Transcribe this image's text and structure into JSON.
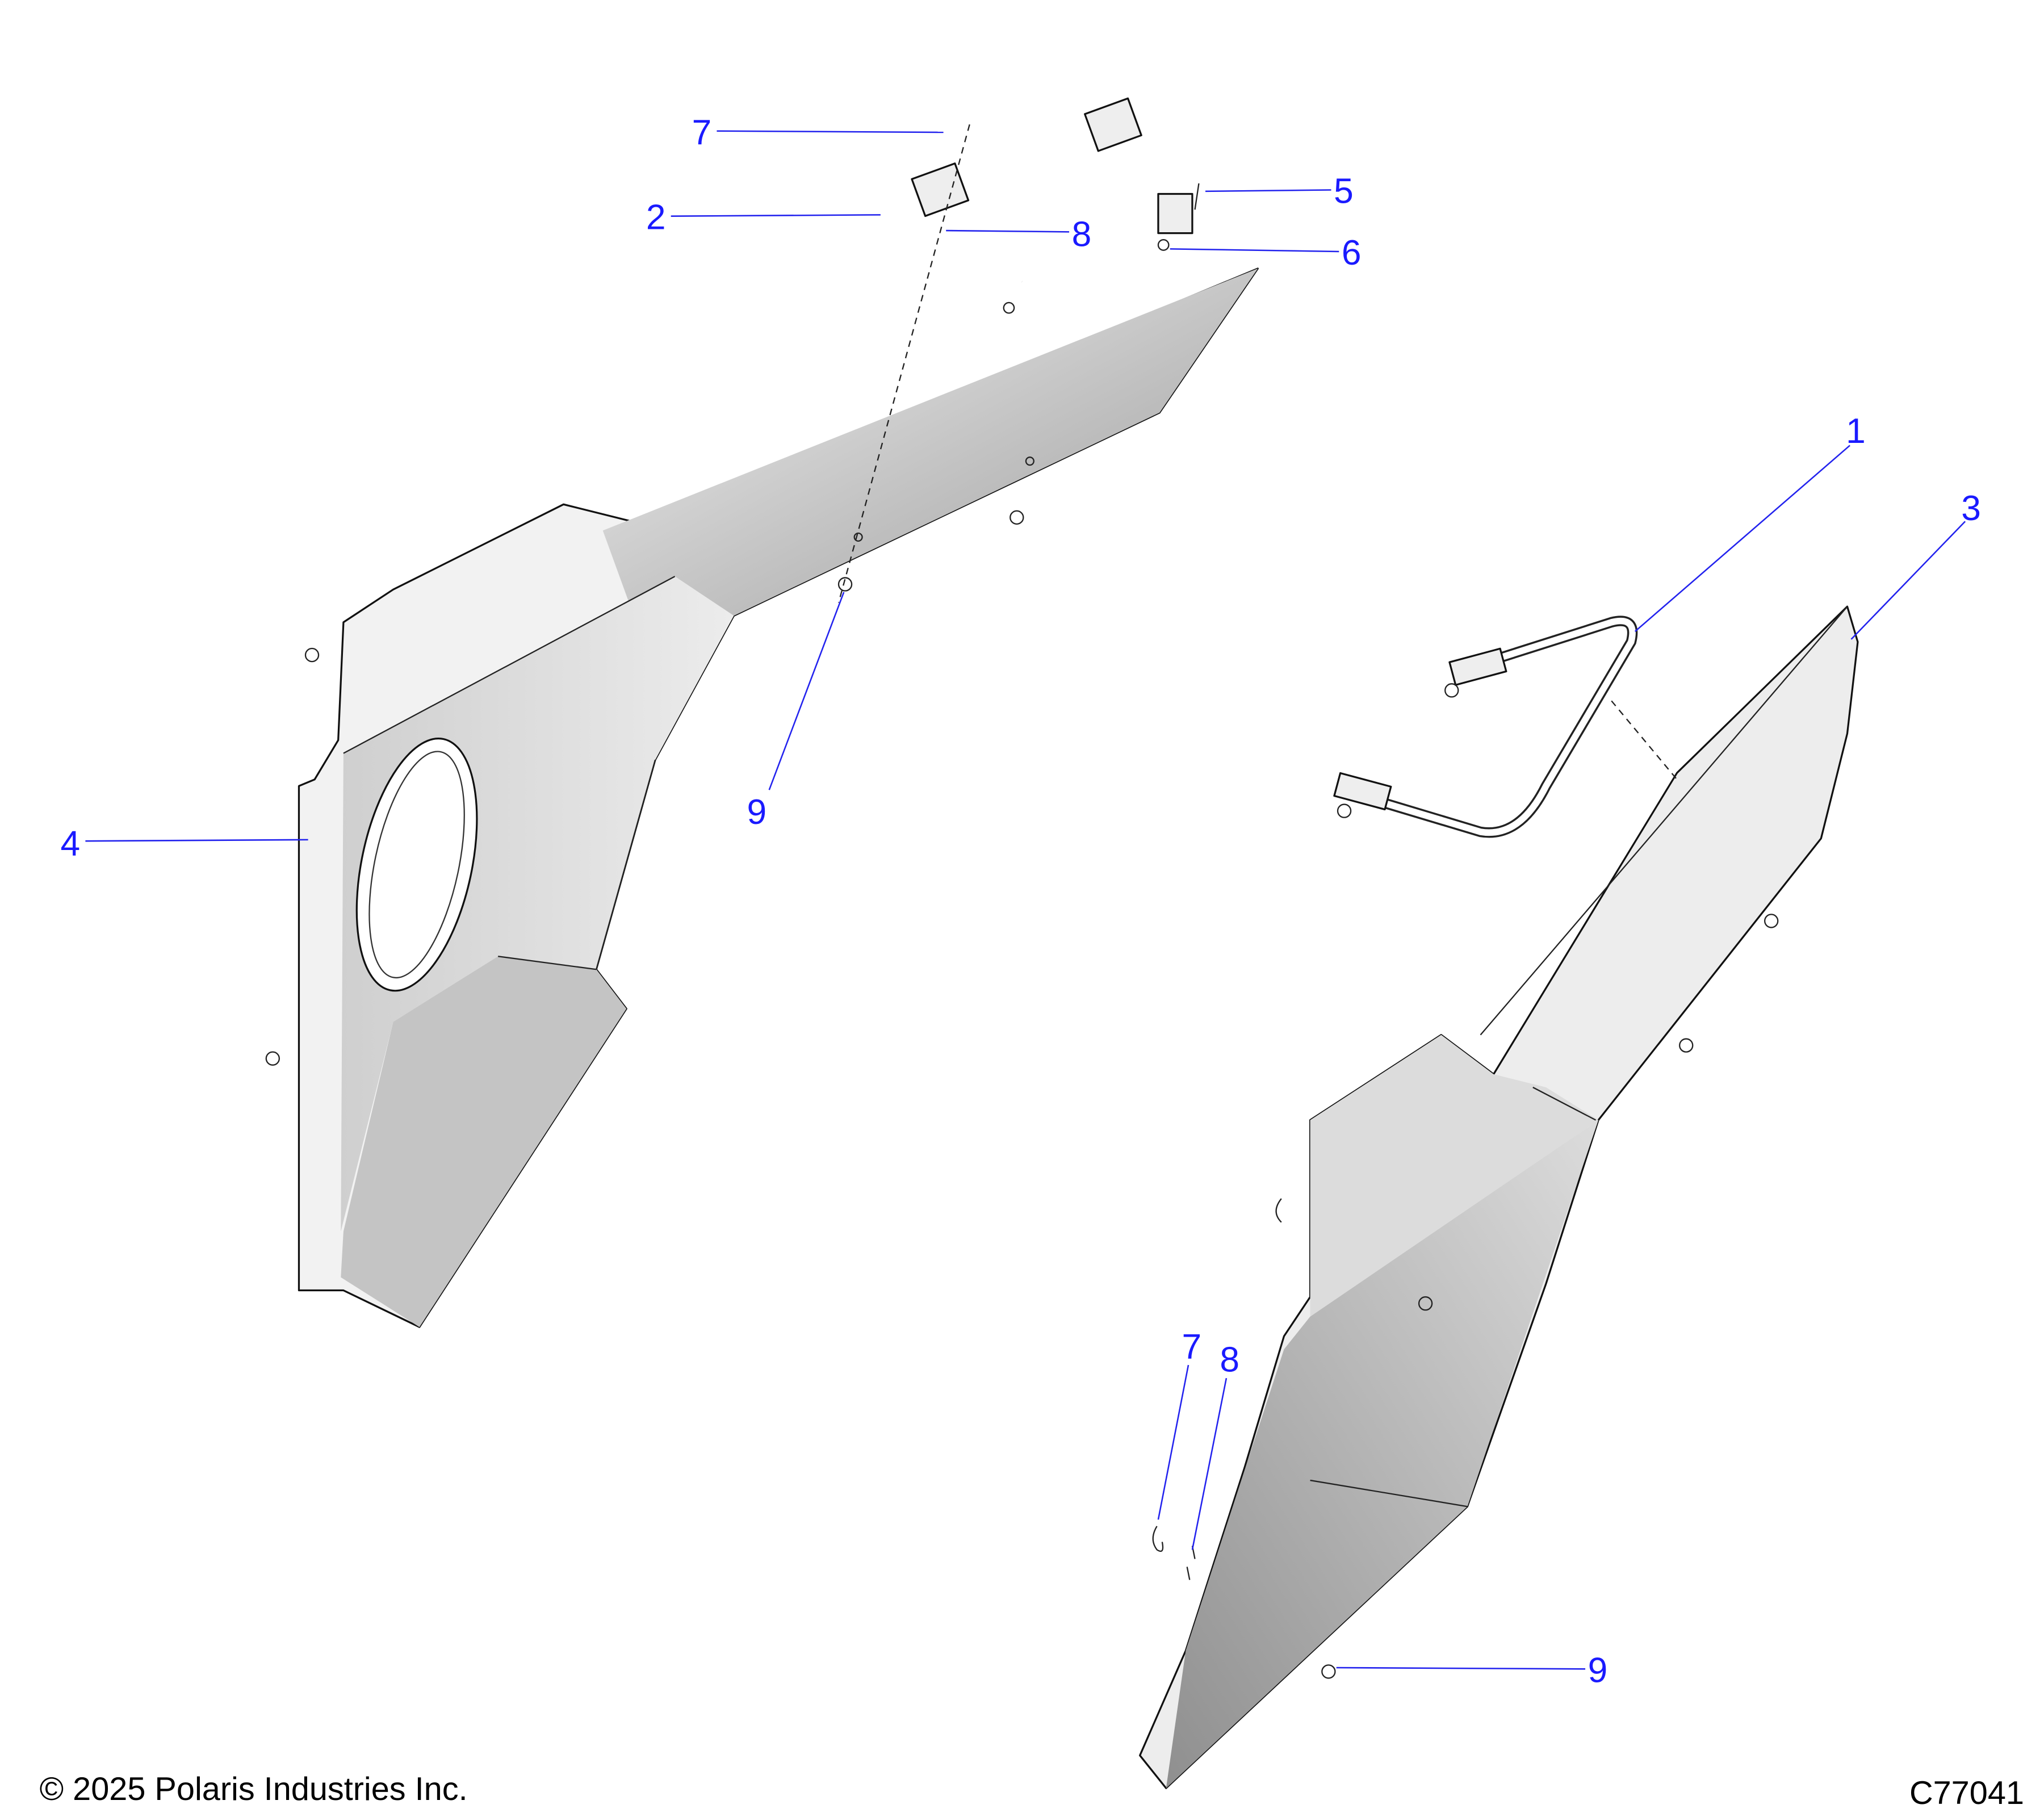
{
  "diagram": {
    "callouts": {
      "c1": "1",
      "c2": "2",
      "c3": "3",
      "c4": "4",
      "c5": "5",
      "c6": "6",
      "c7a": "7",
      "c8a": "8",
      "c9a": "9",
      "c7b": "7",
      "c8b": "8",
      "c9b": "9"
    },
    "colors": {
      "callout": "#1a1aff",
      "panel_shade": "#a9a9a9",
      "line": "#111111"
    }
  },
  "footer": {
    "copyright": "© 2025 Polaris Industries Inc.",
    "figure_id": "C77041"
  }
}
